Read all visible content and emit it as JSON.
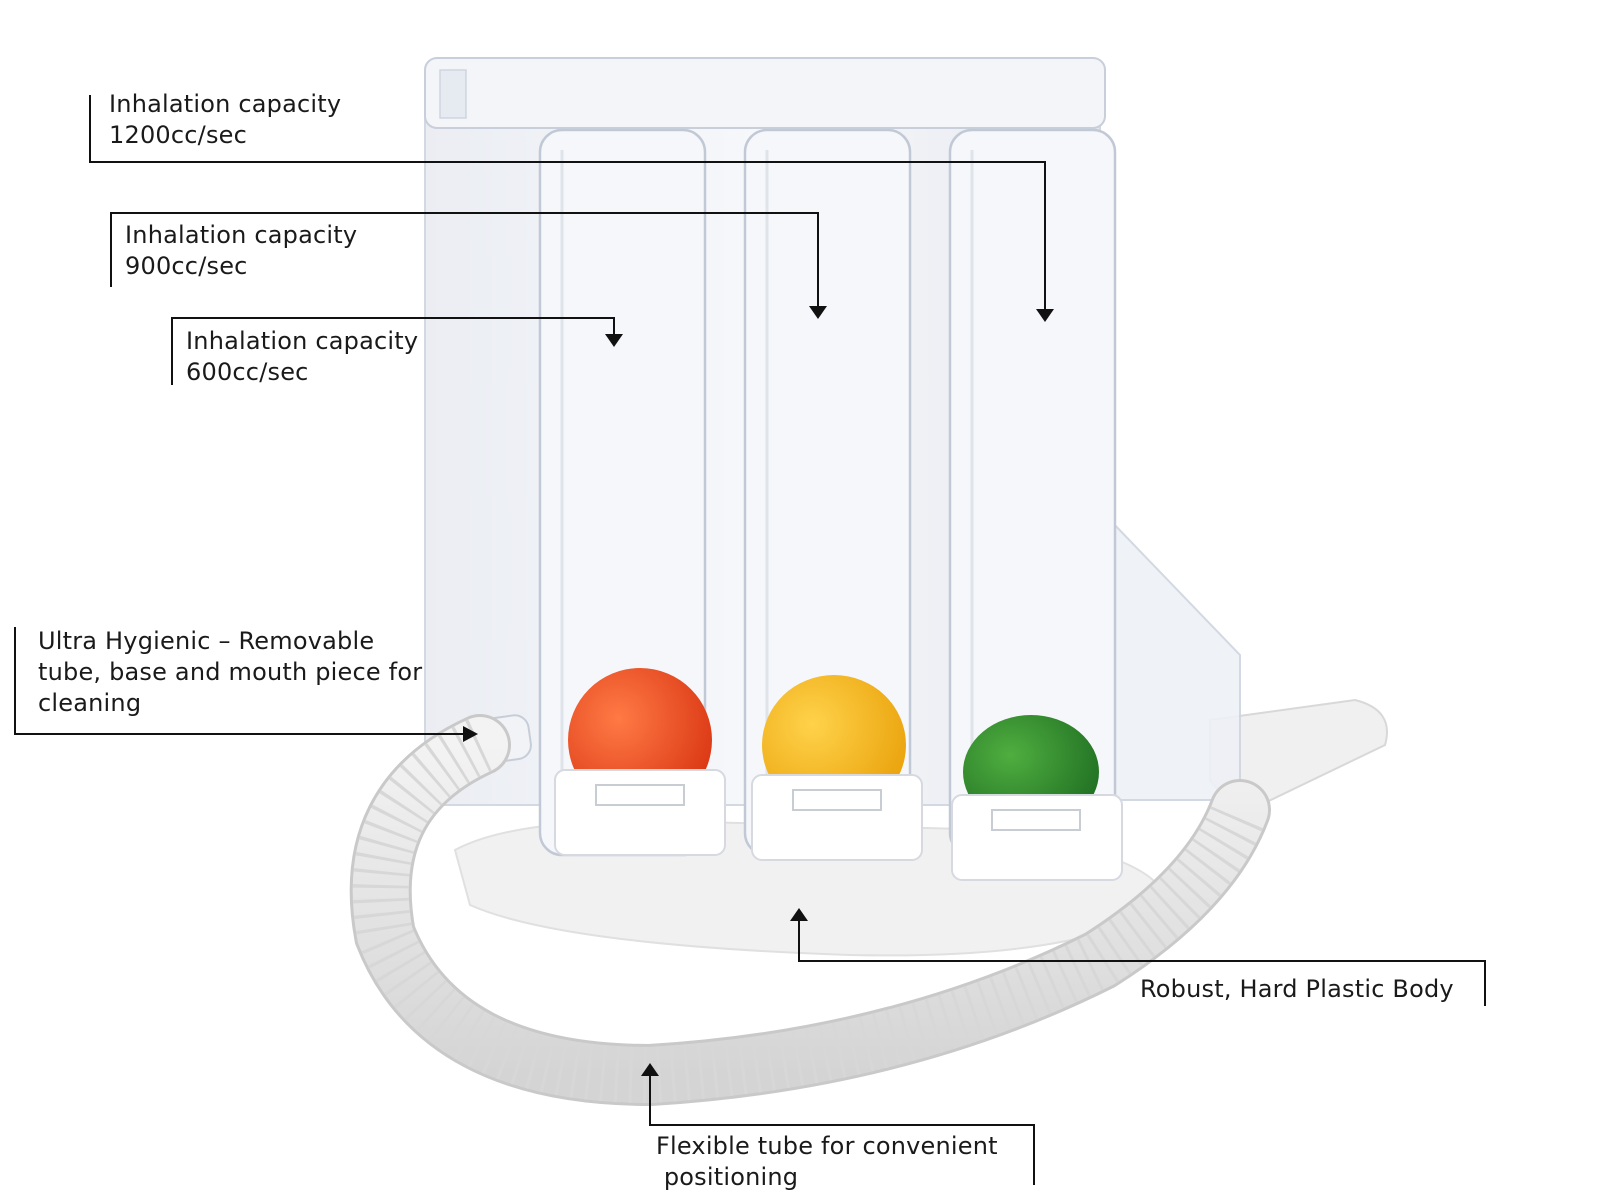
{
  "callouts": {
    "capacity_1200": {
      "line1": "Inhalation capacity",
      "line2": "1200cc/sec"
    },
    "capacity_900": {
      "line1": "Inhalation capacity",
      "line2": "900cc/sec"
    },
    "capacity_600": {
      "line1": "Inhalation capacity",
      "line2": "600cc/sec"
    },
    "hygienic": {
      "line1": "Ultra Hygienic – Removable",
      "line2": "tube, base and mouth piece for",
      "line3": "cleaning"
    },
    "body": {
      "line1": "Robust, Hard Plastic Body"
    },
    "tube": {
      "line1": "Flexible tube for convenient",
      "line2": " positioning"
    }
  },
  "balls": [
    {
      "color": "#e8471c",
      "name": "red"
    },
    {
      "color": "#f5b415",
      "name": "yellow"
    },
    {
      "color": "#2e8b2e",
      "name": "green"
    }
  ]
}
